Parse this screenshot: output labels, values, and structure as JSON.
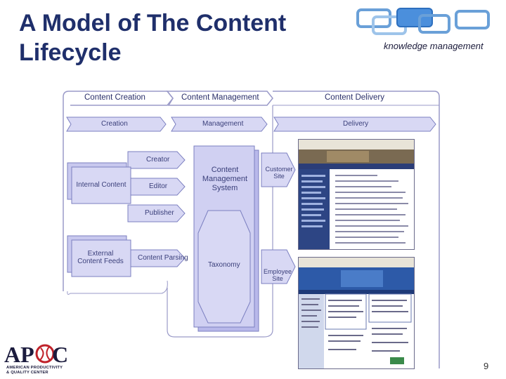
{
  "title": "A Model of The Content Lifecycle",
  "logo": {
    "text": "knowledge management"
  },
  "diagram": {
    "sections": [
      "Content Creation",
      "Content Management",
      "Content Delivery"
    ],
    "flow_arrows": [
      "Creation",
      "Management",
      "Delivery"
    ],
    "roles": [
      "Creator",
      "Editor",
      "Publisher",
      "Content Parsing"
    ],
    "sources": [
      "Internal Content",
      "External Content Feeds"
    ],
    "cms": {
      "label": "Content Management System",
      "taxonomy": "Taxonomy"
    },
    "outputs": [
      "Customer Site",
      "Employee Site"
    ]
  },
  "footer": {
    "org_logo": "APQC",
    "org_name_line1": "AMERICAN PRODUCTIVITY",
    "org_name_line2": "& QUALITY CENTER",
    "page_number": "9"
  },
  "colors": {
    "title": "#1f2f6b",
    "diagram_fill": "#d8d8f4",
    "diagram_stroke": "#7b7fc0",
    "apqc_red": "#c0222a"
  }
}
